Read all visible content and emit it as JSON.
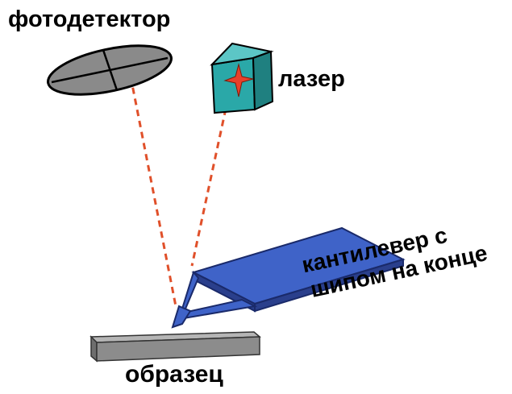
{
  "labels": {
    "photodetector": "фотодетектор",
    "laser": "лазер",
    "cantilever_line1": "кантилевер с",
    "cantilever_line2": "шипом на конце",
    "sample": "образец"
  },
  "colors": {
    "photodetector_fill": "#8a8a8a",
    "laser_body": "#2aa8a8",
    "laser_star": "#e8402a",
    "beam": "#e0502a",
    "cantilever": "#3f63c8",
    "cantilever_dark": "#2a3f8c",
    "sample": "#8c8c8c",
    "outline": "#000000"
  }
}
